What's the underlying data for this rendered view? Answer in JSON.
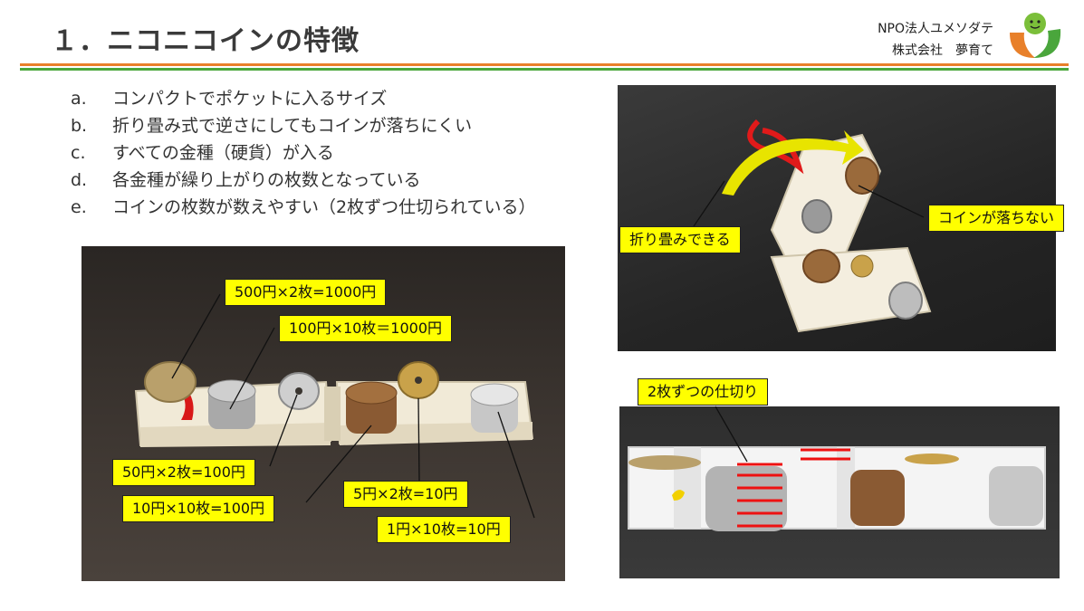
{
  "title": "１．ニコニコインの特徴",
  "org": {
    "line1": "NPO法人ユメソダテ",
    "line2": "株式会社　夢育て"
  },
  "features": [
    {
      "marker": "a.",
      "text": "コンパクトでポケットに入るサイズ"
    },
    {
      "marker": "b.",
      "text": "折り畳み式で逆さにしてもコインが落ちにくい"
    },
    {
      "marker": "c.",
      "text": "すべての金種（硬貨）が入る"
    },
    {
      "marker": "d.",
      "text": "各金種が繰り上がりの枚数となっている"
    },
    {
      "marker": "e.",
      "text": "コインの枚数が数えやすい（2枚ずつ仕切られている）"
    }
  ],
  "coin_labels": {
    "yen500": "500円×2枚=1000円",
    "yen100": "100円×10枚＝1000円",
    "yen50": "50円×2枚=100円",
    "yen10": "10円×10枚=100円",
    "yen5": "5円×2枚=10円",
    "yen1": "1円×10枚=10円"
  },
  "photo2_labels": {
    "fold": "折り畳みできる",
    "nofall": "コインが落ちない"
  },
  "photo3_label": "2枚ずつの仕切り",
  "colors": {
    "accent_orange": "#e8802a",
    "accent_green": "#4aa63c",
    "label_yellow": "#ffff00",
    "divider_red": "#ee1111"
  }
}
